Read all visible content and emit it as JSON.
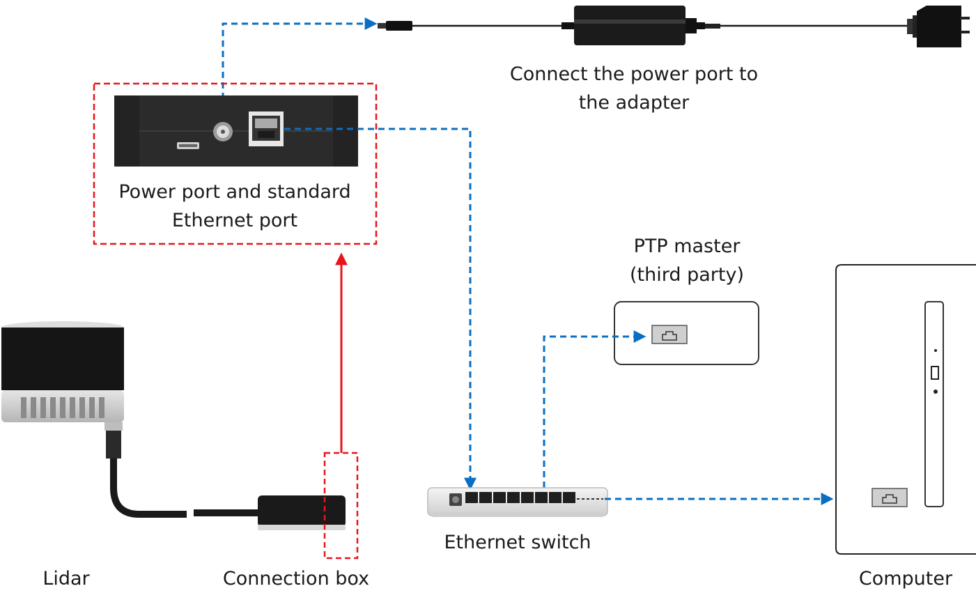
{
  "labels": {
    "adapter_line1": "Connect the power port to",
    "adapter_line2": "the adapter",
    "box_line1": "Power port and standard",
    "box_line2": "Ethernet port",
    "ptp_line1": "PTP master",
    "ptp_line2": "(third party)",
    "lidar": "Lidar",
    "connection_box": "Connection box",
    "ethernet_switch": "Ethernet switch",
    "computer": "Computer"
  },
  "colors": {
    "blue_dashed": "#0a6fc2",
    "red_dashed": "#e8141b",
    "red_arrow": "#e8141b",
    "device_dark": "#2b2b2b"
  },
  "icons": [
    "power-adapter-icon",
    "power-plug-icon",
    "connection-box-back-panel",
    "lidar-sensor-icon",
    "ethernet-switch-icon",
    "ethernet-port-icon",
    "computer-icon",
    "optical-drive-icon"
  ]
}
